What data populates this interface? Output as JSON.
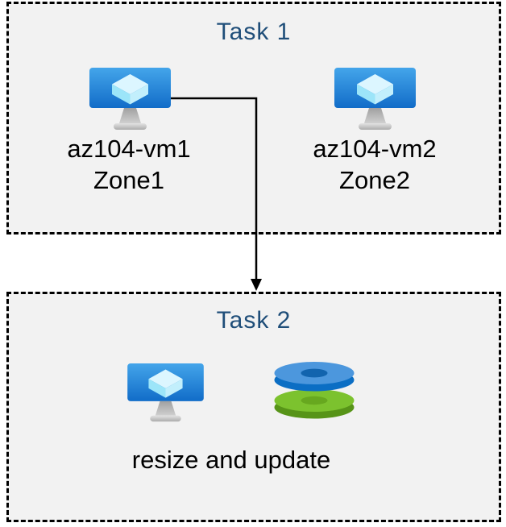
{
  "task1": {
    "title": "Task 1",
    "vms": [
      {
        "name": "az104-vm1",
        "zone": "Zone1"
      },
      {
        "name": "az104-vm2",
        "zone": "Zone2"
      }
    ]
  },
  "task2": {
    "title": "Task 2",
    "caption": "resize and update"
  },
  "connector": {
    "from": "az104-vm1",
    "to": "Task 2",
    "style": "elbow-arrow"
  },
  "icons": {
    "vm": "virtual-machine-icon",
    "disks": "disks-icon"
  },
  "colors": {
    "title_text": "#1f4e79",
    "label_text": "#000000",
    "box_background": "#f2f2f2",
    "box_border": "#000000",
    "arrow": "#000000",
    "vm_screen_top": "#44a5ea",
    "vm_screen_bottom": "#116cc8",
    "cube_top": "#dcf6ff",
    "cube_left": "#9ce5f9",
    "cube_right": "#c2effc",
    "disk_blue_top": "#4c97dd",
    "disk_blue_rim": "#0b6ec4",
    "disk_blue_hole": "#1264ae",
    "disk_green_top": "#7cc22e",
    "disk_green_rim": "#579418",
    "disk_green_hole": "#67a81f"
  }
}
